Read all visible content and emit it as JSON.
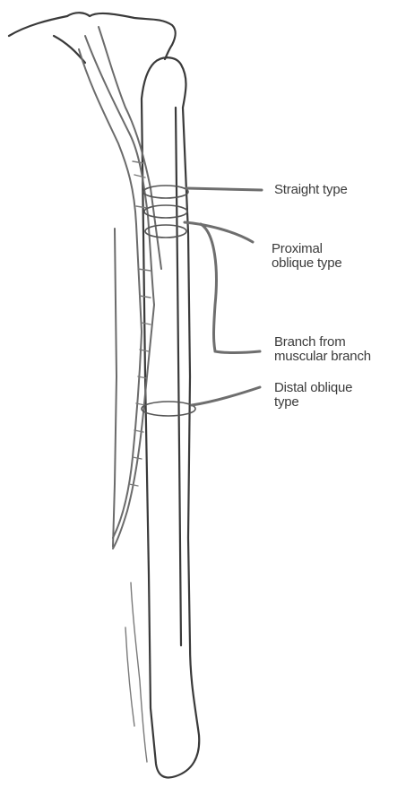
{
  "labels": {
    "straight_type": "Straight type",
    "proximal_oblique_line1": "Proximal",
    "proximal_oblique_line2": "oblique type",
    "branch_muscular_line1": "Branch from",
    "branch_muscular_line2": "muscular branch",
    "distal_oblique_line1": "Distal oblique",
    "distal_oblique_line2": "type"
  },
  "colors": {
    "background": "#ffffff",
    "outline": "#3a3a3a",
    "vessel": "#6b6b6b",
    "text": "#3b3b3b"
  }
}
